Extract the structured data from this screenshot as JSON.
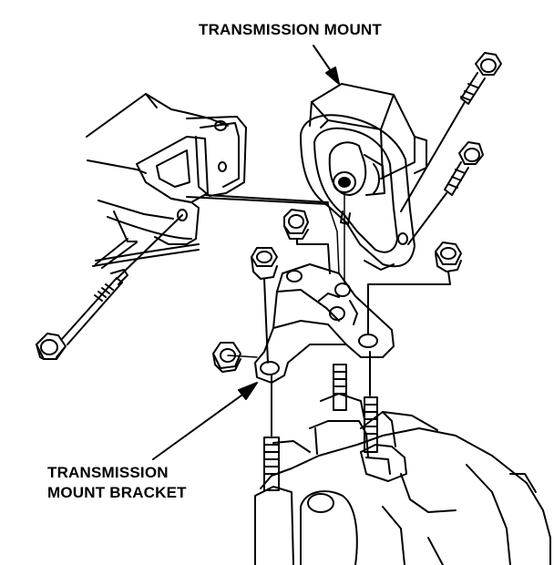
{
  "labels": {
    "transmission_mount": "TRANSMISSION MOUNT",
    "transmission_mount_bracket_line1": "TRANSMISSION",
    "transmission_mount_bracket_line2": "MOUNT BRACKET"
  },
  "colors": {
    "ink": "#000000",
    "background": "#ffffff"
  }
}
